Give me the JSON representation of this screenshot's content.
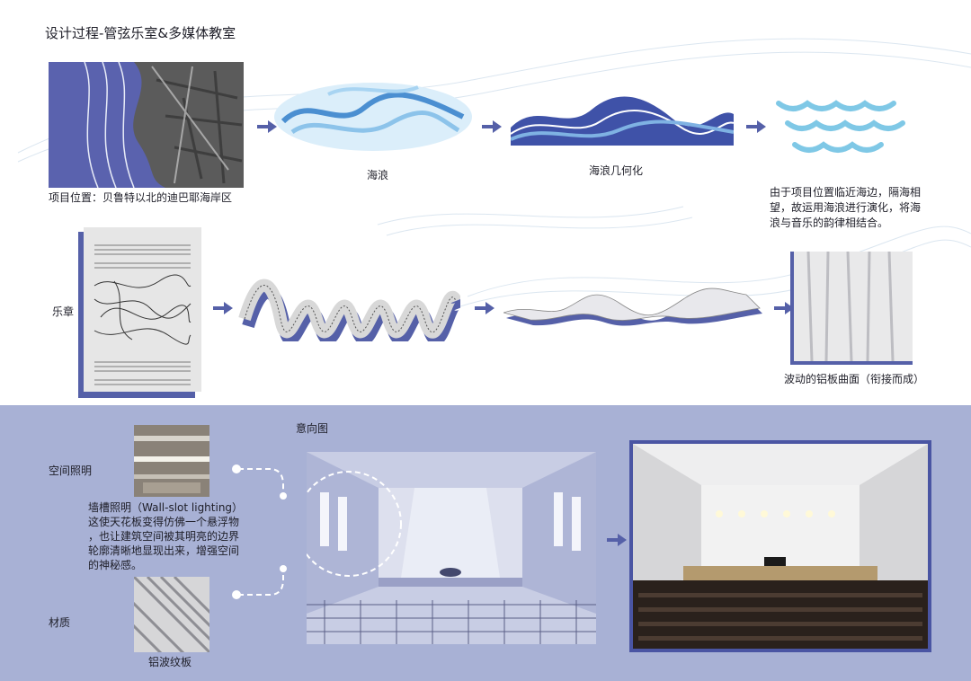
{
  "title": "设计过程-管弦乐室&多媒体教室",
  "row1": {
    "location_caption": "项目位置：贝鲁特以北的迪巴耶海岸区",
    "wave_label": "海浪",
    "wave_geometry_label": "海浪几何化",
    "note": [
      "由于项目位置临近海边，隔海相",
      "望，故运用海浪进行演化，将海",
      "浪与音乐的韵律相结合。"
    ]
  },
  "row2": {
    "movement_label": "乐章",
    "panel_caption": "波动的铝板曲面（衔接而成）"
  },
  "bottom": {
    "concept_label": "意向图",
    "lighting_label": "空间照明",
    "lighting_desc": [
      "墙槽照明（Wall-slot lighting）",
      "这使天花板变得仿佛一个悬浮物",
      "，也让建筑空间被其明亮的边界",
      "轮廓清晰地显现出来，增强空间",
      "的神秘感。"
    ],
    "material_label": "材质",
    "material_caption": "铝波纹板"
  },
  "colors": {
    "accent": "#5560a8",
    "bottom_bg": "#a8b1d5",
    "wave_light": "#7fc8e6"
  }
}
